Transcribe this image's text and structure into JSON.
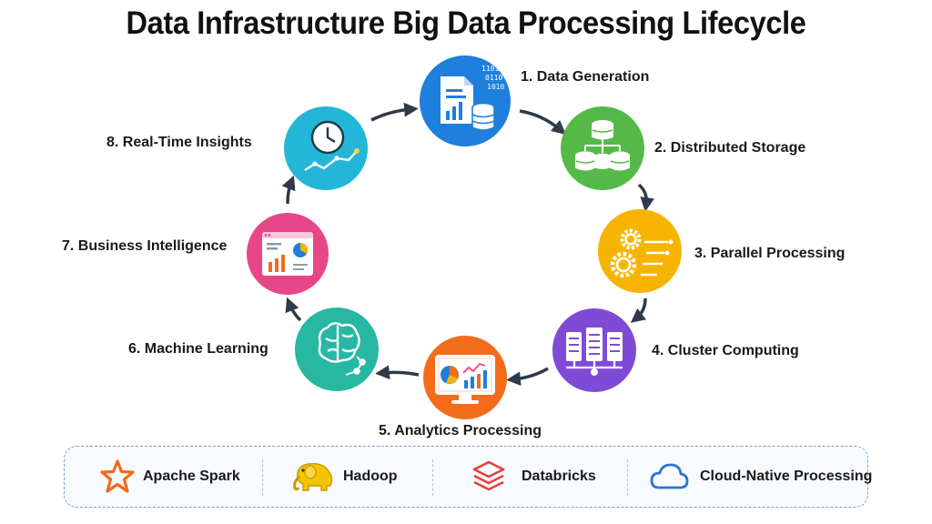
{
  "title": "Data Infrastructure Big Data Processing Lifecycle",
  "stages": [
    {
      "label": "1. Data Generation",
      "color": "#1e7fdc",
      "icon": "document-database-icon"
    },
    {
      "label": "2. Distributed Storage",
      "color": "#55b948",
      "icon": "storage-network-icon"
    },
    {
      "label": "3. Parallel Processing",
      "color": "#f6b400",
      "icon": "gears-icon"
    },
    {
      "label": "4. Cluster Computing",
      "color": "#7f4bd6",
      "icon": "server-cluster-icon"
    },
    {
      "label": "5. Analytics Processing",
      "color": "#f36c1c",
      "icon": "analytics-monitor-icon"
    },
    {
      "label": "6. Machine Learning",
      "color": "#27b7a3",
      "icon": "brain-icon"
    },
    {
      "label": "7. Business Intelligence",
      "color": "#e74787",
      "icon": "dashboard-icon"
    },
    {
      "label": "8. Real-Time Insights",
      "color": "#24b6d6",
      "icon": "clock-trend-icon"
    }
  ],
  "technologies": [
    {
      "label": "Apache Spark",
      "icon": "spark-star-icon",
      "color": "#f26b1d"
    },
    {
      "label": "Hadoop",
      "icon": "elephant-icon",
      "color": "#f5c400"
    },
    {
      "label": "Databricks",
      "icon": "layers-icon",
      "color": "#e8403a"
    },
    {
      "label": "Cloud-Native Processing",
      "icon": "cloud-icon",
      "color": "#2f73d4"
    }
  ],
  "colors": {
    "arrow": "#2f3a4a"
  }
}
